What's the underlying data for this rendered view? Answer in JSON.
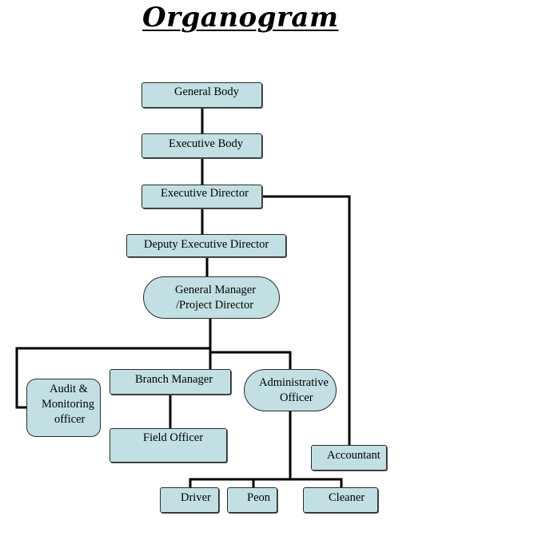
{
  "title": "Organogram",
  "colors": {
    "box_fill": "#c2e0e3",
    "box_border": "#2c2c2c",
    "connector": "#000000"
  },
  "nodes": {
    "general_body": "General Body",
    "executive_body": "Executive Body",
    "executive_director": "Executive Director",
    "deputy_executive_director": "Deputy Executive Director",
    "general_manager": {
      "line1": "General Manager",
      "line2": "/Project Director"
    },
    "audit_monitoring": {
      "line1": "Audit &",
      "line2": "Monitoring",
      "line3": "officer"
    },
    "branch_manager": "Branch Manager",
    "administrative_officer": {
      "line1": "Administrative",
      "line2": "Officer"
    },
    "field_officer": "Field Officer",
    "accountant": "Accountant",
    "driver": "Driver",
    "peon": "Peon",
    "cleaner": "Cleaner"
  }
}
